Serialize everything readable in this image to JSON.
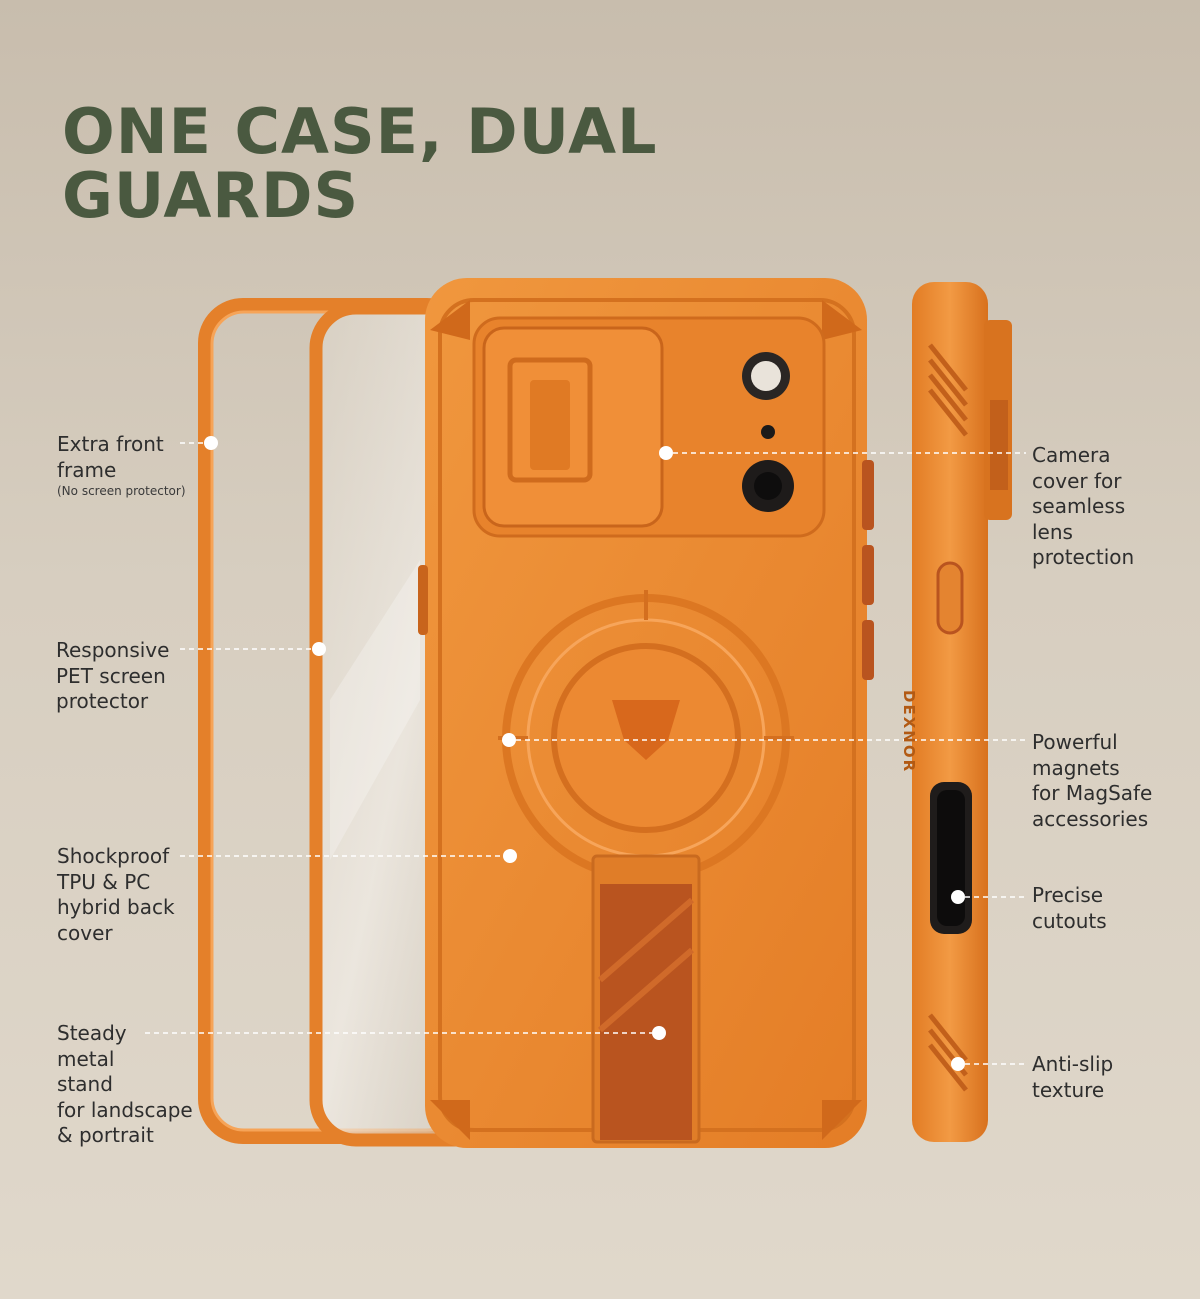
{
  "headline": {
    "line1": "ONE CASE, DUAL",
    "line2": "GUARDS"
  },
  "features_left": [
    {
      "id": "front-frame",
      "lines": [
        "Extra front",
        "frame"
      ],
      "note": "(No screen protector)"
    },
    {
      "id": "screen-protector",
      "lines": [
        "Responsive",
        "PET screen",
        "protector"
      ]
    },
    {
      "id": "back-cover",
      "lines": [
        "Shockproof",
        "TPU & PC",
        "hybrid back",
        "cover"
      ]
    },
    {
      "id": "metal-stand",
      "lines": [
        "Steady",
        "metal",
        "stand",
        "for landscape",
        "& portrait"
      ]
    }
  ],
  "features_right": [
    {
      "id": "camera-cover",
      "lines": [
        "Camera",
        "cover for",
        "seamless",
        "lens",
        "protection"
      ]
    },
    {
      "id": "magnets",
      "lines": [
        "Powerful",
        "magnets",
        "for MagSafe",
        "accessories"
      ]
    },
    {
      "id": "cutouts",
      "lines": [
        "Precise",
        "cutouts"
      ]
    },
    {
      "id": "anti-slip",
      "lines": [
        "Anti-slip",
        "texture"
      ]
    }
  ],
  "brand_mark": "DEXNOR",
  "colors": {
    "headline": "#4a5940",
    "case_orange": "#ec8a33",
    "case_dark": "#c86a1e",
    "stand_rust": "#b9541f"
  }
}
